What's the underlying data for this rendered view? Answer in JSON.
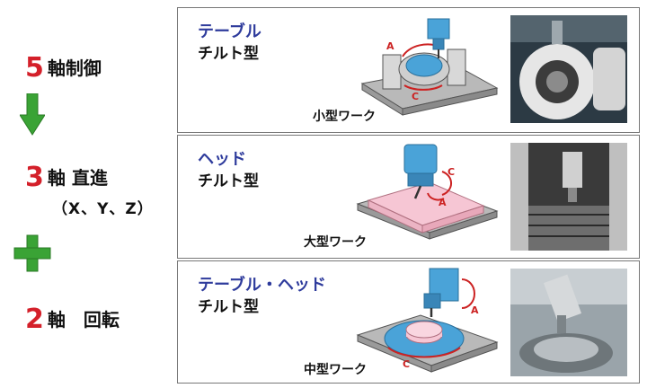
{
  "left": {
    "row1": {
      "number": "5",
      "label": "軸制御"
    },
    "row2": {
      "number": "3",
      "label": "軸 直進",
      "sub": "（X、Y、Z）"
    },
    "row3": {
      "number": "2",
      "label": "軸　回転"
    },
    "arrow_color": "#3aa335",
    "plus_color": "#3aa335"
  },
  "panels": [
    {
      "title_line1": "テーブル",
      "title_line2": "チルト型",
      "work": "小型ワーク",
      "axis_a": "A",
      "axis_c": "C"
    },
    {
      "title_line1": "ヘッド",
      "title_line2": "チルト型",
      "work": "大型ワーク",
      "axis_a": "A",
      "axis_c": "C"
    },
    {
      "title_line1": "テーブル・ヘッド",
      "title_line2": "チルト型",
      "work": "中型ワーク",
      "axis_a": "A",
      "axis_c": "C"
    }
  ],
  "colors": {
    "title_blue": "#2e3b9c",
    "number_red": "#d4202a",
    "axis_red": "#cc2222",
    "machine_blue": "#4aa3d8"
  }
}
